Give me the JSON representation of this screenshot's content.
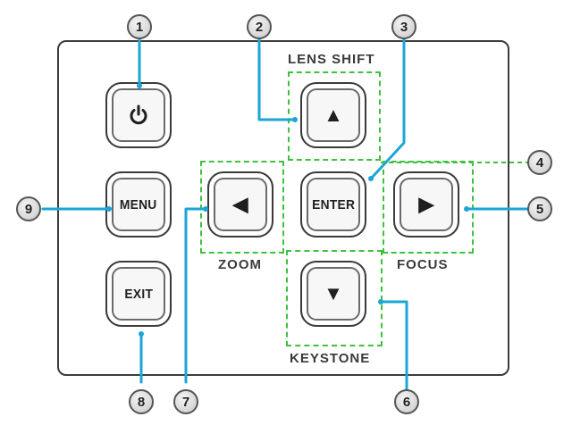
{
  "callouts": [
    "1",
    "2",
    "3",
    "4",
    "5",
    "6",
    "7",
    "8",
    "9"
  ],
  "groups": {
    "lens_shift": "LENS SHIFT",
    "zoom": "ZOOM",
    "focus": "FOCUS",
    "keystone": "KEYSTONE"
  },
  "keys": {
    "power": {
      "icon": "power-icon"
    },
    "up": {
      "icon": "arrow-up-icon"
    },
    "menu": {
      "label": "MENU"
    },
    "left": {
      "icon": "arrow-left-icon"
    },
    "enter": {
      "label": "ENTER"
    },
    "right": {
      "icon": "arrow-right-icon"
    },
    "exit": {
      "label": "EXIT"
    },
    "down": {
      "icon": "arrow-down-icon"
    }
  },
  "colors": {
    "leader": "#1aa6d6",
    "dashed": "#3ec13e",
    "border": "#3c3c3c"
  }
}
